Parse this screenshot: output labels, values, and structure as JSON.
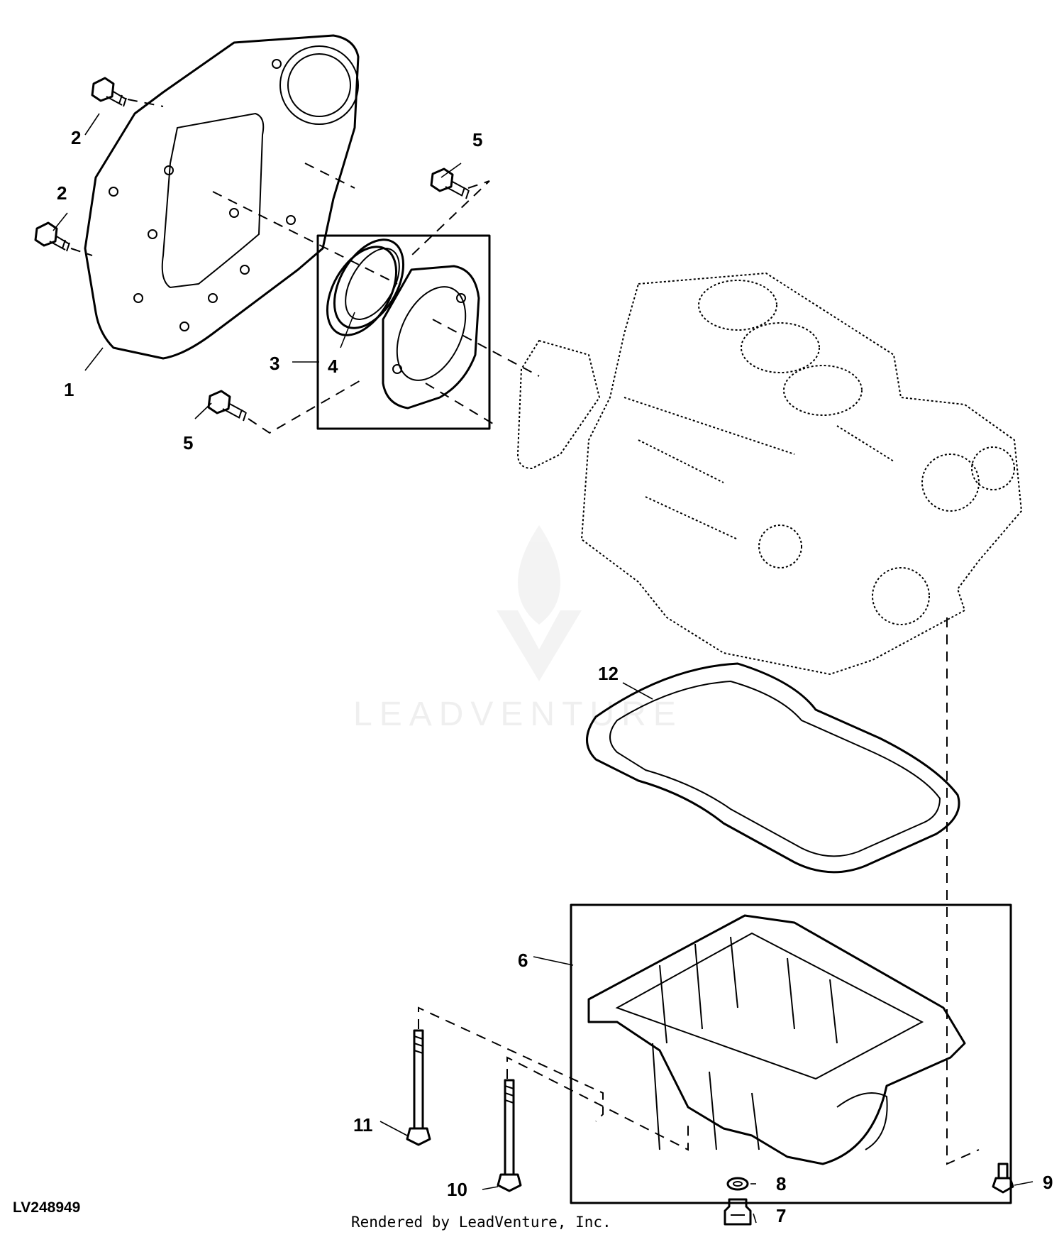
{
  "diagram": {
    "figure_id": "LV248949",
    "credit": "Rendered by LeadVenture, Inc.",
    "watermark": "LEADVENTURE",
    "callouts": [
      {
        "id": "c1",
        "label": "1"
      },
      {
        "id": "c2a",
        "label": "2"
      },
      {
        "id": "c2b",
        "label": "2"
      },
      {
        "id": "c3",
        "label": "3"
      },
      {
        "id": "c4",
        "label": "4"
      },
      {
        "id": "c5a",
        "label": "5"
      },
      {
        "id": "c5b",
        "label": "5"
      },
      {
        "id": "c6",
        "label": "6"
      },
      {
        "id": "c7",
        "label": "7"
      },
      {
        "id": "c8",
        "label": "8"
      },
      {
        "id": "c9",
        "label": "9"
      },
      {
        "id": "c10",
        "label": "10"
      },
      {
        "id": "c11",
        "label": "11"
      },
      {
        "id": "c12",
        "label": "12"
      }
    ]
  }
}
